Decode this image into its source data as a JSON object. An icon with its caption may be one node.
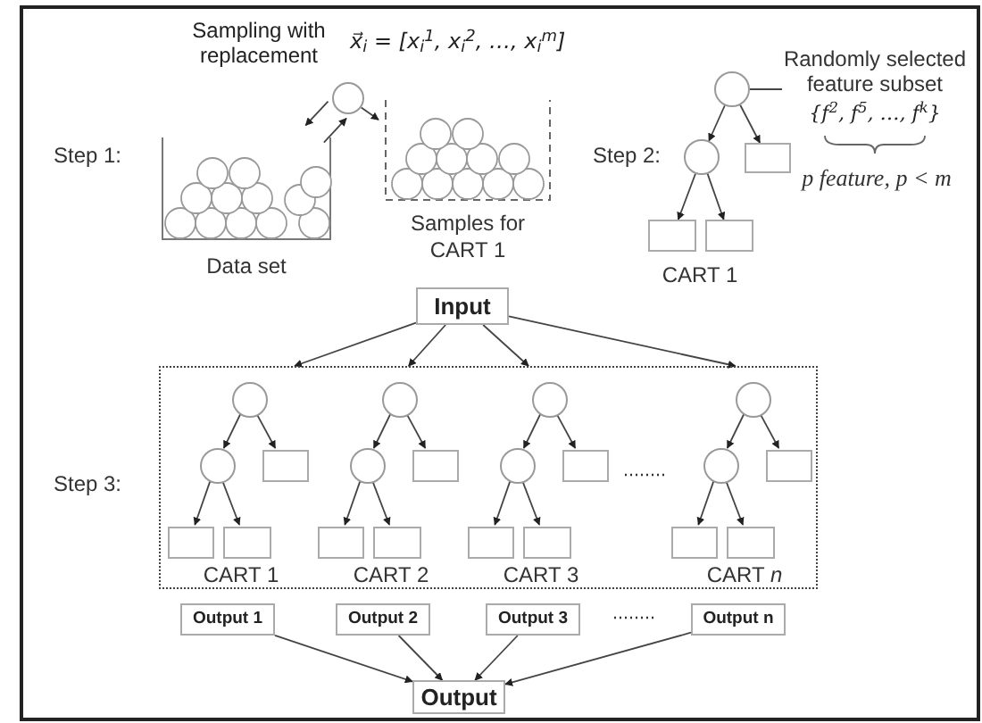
{
  "diagram": {
    "nodes": [
      {
        "text": [
          "Data set"
        ]
      },
      {
        "text": [],
        "shape": "circle",
        "beside": [
          "Sampling with replacement",
          "x⃗$_{i}$ = [x$_{i}$$^{1}$, x$_{i}$$^{2}$, …, x$_{i}$$^{m}$]"
        ]
      },
      {
        "text": [
          "Samples for CART 1"
        ]
      },
      {
        "text": [],
        "shape": "circle"
      },
      {
        "text": [],
        "shape": "circle"
      },
      {
        "text": [],
        "shape": "box"
      },
      {
        "text": [],
        "shape": "box"
      },
      {
        "text": [],
        "shape": "box"
      },
      {
        "text": [
          "Randomly selected feature subset",
          "{f$^{2}$, f$^{5}$, …, f$^{k}$}"
        ]
      },
      {
        "text": [
          "Input"
        ]
      },
      {
        "text": [],
        "shape": "box"
      },
      {
        "text": [],
        "shape": "circle",
        "in": 10
      },
      {
        "text": [],
        "shape": "circle",
        "in": 10
      },
      {
        "text": [],
        "shape": "box",
        "in": 10
      },
      {
        "text": [],
        "shape": "box",
        "in": 10
      },
      {
        "text": [],
        "shape": "box",
        "in": 10
      },
      {
        "text": [],
        "shape": "circle",
        "in": 10
      },
      {
        "text": [],
        "shape": "circle",
        "in": 10
      },
      {
        "text": [],
        "shape": "box",
        "in": 10
      },
      {
        "text": [],
        "shape": "box",
        "in": 10
      },
      {
        "text": [],
        "shape": "box",
        "in": 10
      },
      {
        "text": [],
        "shape": "circle",
        "in": 10
      },
      {
        "text": [],
        "shape": "circle",
        "in": 10
      },
      {
        "text": [],
        "shape": "box",
        "in": 10
      },
      {
        "text": [],
        "shape": "box",
        "in": 10
      },
      {
        "text": [],
        "shape": "box",
        "in": 10
      },
      {
        "text": [],
        "shape": "circle",
        "in": 10
      },
      {
        "text": [],
        "shape": "circle",
        "in": 10
      },
      {
        "text": [],
        "shape": "box",
        "in": 10
      },
      {
        "text": [],
        "shape": "box",
        "in": 10
      },
      {
        "text": [],
        "shape": "box",
        "in": 10
      },
      {
        "text": [
          "Output 1"
        ]
      },
      {
        "text": [
          "Output 2"
        ]
      },
      {
        "text": [
          "Output 3"
        ]
      },
      {
        "text": [
          "Output n"
        ]
      },
      {
        "text": [
          "Output"
        ]
      }
    ],
    "edges": [
      {
        "from": 0,
        "to": 1,
        "arrow": "to"
      },
      {
        "from": 1,
        "to": 0,
        "arrow": "to"
      },
      {
        "from": 1,
        "to": 2,
        "arrow": "to"
      },
      {
        "from": 3,
        "to": 4,
        "arrow": "to"
      },
      {
        "from": 3,
        "to": 5,
        "arrow": "to"
      },
      {
        "from": 4,
        "to": 6,
        "arrow": "to"
      },
      {
        "from": 4,
        "to": 7,
        "arrow": "to"
      },
      {
        "from": 8,
        "to": 3,
        "arrow": "none"
      },
      {
        "from": 9,
        "to": 10,
        "arrow": "to"
      },
      {
        "from": 9,
        "to": 10,
        "arrow": "to"
      },
      {
        "from": 9,
        "to": 10,
        "arrow": "to"
      },
      {
        "from": 9,
        "to": 10,
        "arrow": "to"
      },
      {
        "from": 11,
        "to": 12,
        "arrow": "to"
      },
      {
        "from": 11,
        "to": 13,
        "arrow": "to"
      },
      {
        "from": 12,
        "to": 14,
        "arrow": "to"
      },
      {
        "from": 12,
        "to": 15,
        "arrow": "to"
      },
      {
        "from": 16,
        "to": 17,
        "arrow": "to"
      },
      {
        "from": 16,
        "to": 18,
        "arrow": "to"
      },
      {
        "from": 17,
        "to": 19,
        "arrow": "to"
      },
      {
        "from": 17,
        "to": 20,
        "arrow": "to"
      },
      {
        "from": 21,
        "to": 22,
        "arrow": "to"
      },
      {
        "from": 21,
        "to": 23,
        "arrow": "to"
      },
      {
        "from": 22,
        "to": 24,
        "arrow": "to"
      },
      {
        "from": 22,
        "to": 25,
        "arrow": "to"
      },
      {
        "from": 26,
        "to": 27,
        "arrow": "to"
      },
      {
        "from": 26,
        "to": 28,
        "arrow": "to"
      },
      {
        "from": 27,
        "to": 29,
        "arrow": "to"
      },
      {
        "from": 27,
        "to": 30,
        "arrow": "to"
      },
      {
        "from": 31,
        "to": 35,
        "arrow": "to"
      },
      {
        "from": 32,
        "to": 35,
        "arrow": "to"
      },
      {
        "from": 33,
        "to": 35,
        "arrow": "to"
      },
      {
        "from": 34,
        "to": 35,
        "arrow": "to"
      }
    ],
    "labels": [
      "Step 1:",
      "Step 2:",
      "p feature, p < m",
      "CART 1",
      "Step 3:",
      "CART 1",
      "CART 2",
      "CART 3",
      "CART *n*"
    ]
  }
}
